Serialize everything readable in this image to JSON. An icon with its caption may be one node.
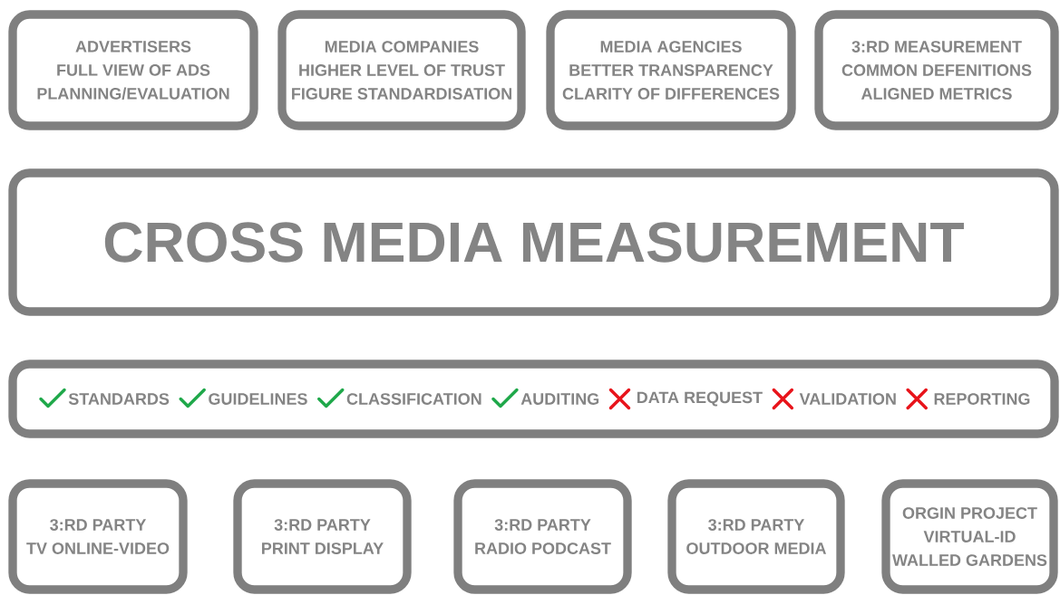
{
  "diagram": {
    "nodes": [
      {
        "text": [
          "ADVERTISERS",
          "FULL VIEW OF ADS",
          "PLANNING/EVALUATION"
        ]
      },
      {
        "text": [
          "MEDIA COMPANIES",
          "HIGHER LEVEL OF TRUST",
          "FIGURE STANDARDISATION"
        ]
      },
      {
        "text": [
          "MEDIA AGENCIES",
          "BETTER TRANSPARENCY",
          "CLARITY OF DIFFERENCES"
        ]
      },
      {
        "text": [
          "3:RD MEASUREMENT",
          "COMMON DEFENITIONS",
          "ALIGNED METRICS"
        ]
      },
      {
        "text": [
          "CROSS MEDIA MEASUREMENT"
        ]
      },
      {
        "text": [
          "STANDARDS",
          "GUIDELINES",
          "CLASSIFICATION",
          "AUDITING",
          "DATA REQUEST",
          "VALIDATION",
          "REPORTING"
        ]
      },
      {
        "text": [
          "3:RD PARTY",
          "TV ONLINE-VIDEO"
        ]
      },
      {
        "text": [
          "3:RD PARTY",
          "PRINT DISPLAY"
        ]
      },
      {
        "text": [
          "3:RD PARTY",
          "RADIO PODCAST"
        ]
      },
      {
        "text": [
          "3:RD PARTY",
          "OUTDOOR MEDIA"
        ]
      },
      {
        "text": [
          "ORGIN PROJECT",
          "VIRTUAL-ID",
          "WALLED GARDENS"
        ]
      }
    ]
  }
}
